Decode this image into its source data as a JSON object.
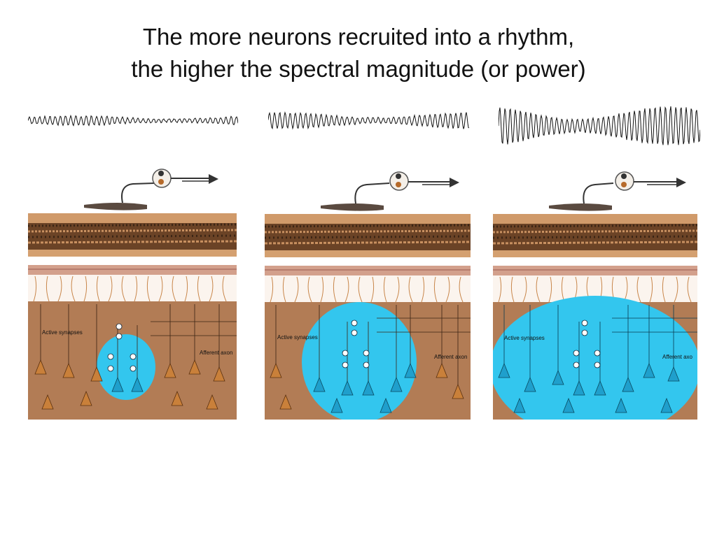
{
  "slide": {
    "title_line1": "The more neurons recruited into a rhythm,",
    "title_line2": "the higher the spectral magnitude (or power)"
  },
  "panels": [
    {
      "id": "small",
      "label_active": "Active synapses",
      "label_afferent": "Afferent axon",
      "trace_amplitude": 0.35
    },
    {
      "id": "medium",
      "label_active": "Active synapses",
      "label_afferent": "Afferent axon",
      "trace_amplitude": 0.6
    },
    {
      "id": "large",
      "label_active": "Active synapses",
      "label_afferent": "Afferent axo",
      "trace_amplitude": 1.0
    }
  ],
  "colors": {
    "cortex": "#b27c55",
    "active_region": "#33c6ee",
    "skin": "#c98a5a",
    "bone": "#7a4a2a",
    "neuron_inactive": "#c9803a",
    "neuron_active": "#1f9fcc",
    "electrode": "#4a3a30"
  }
}
